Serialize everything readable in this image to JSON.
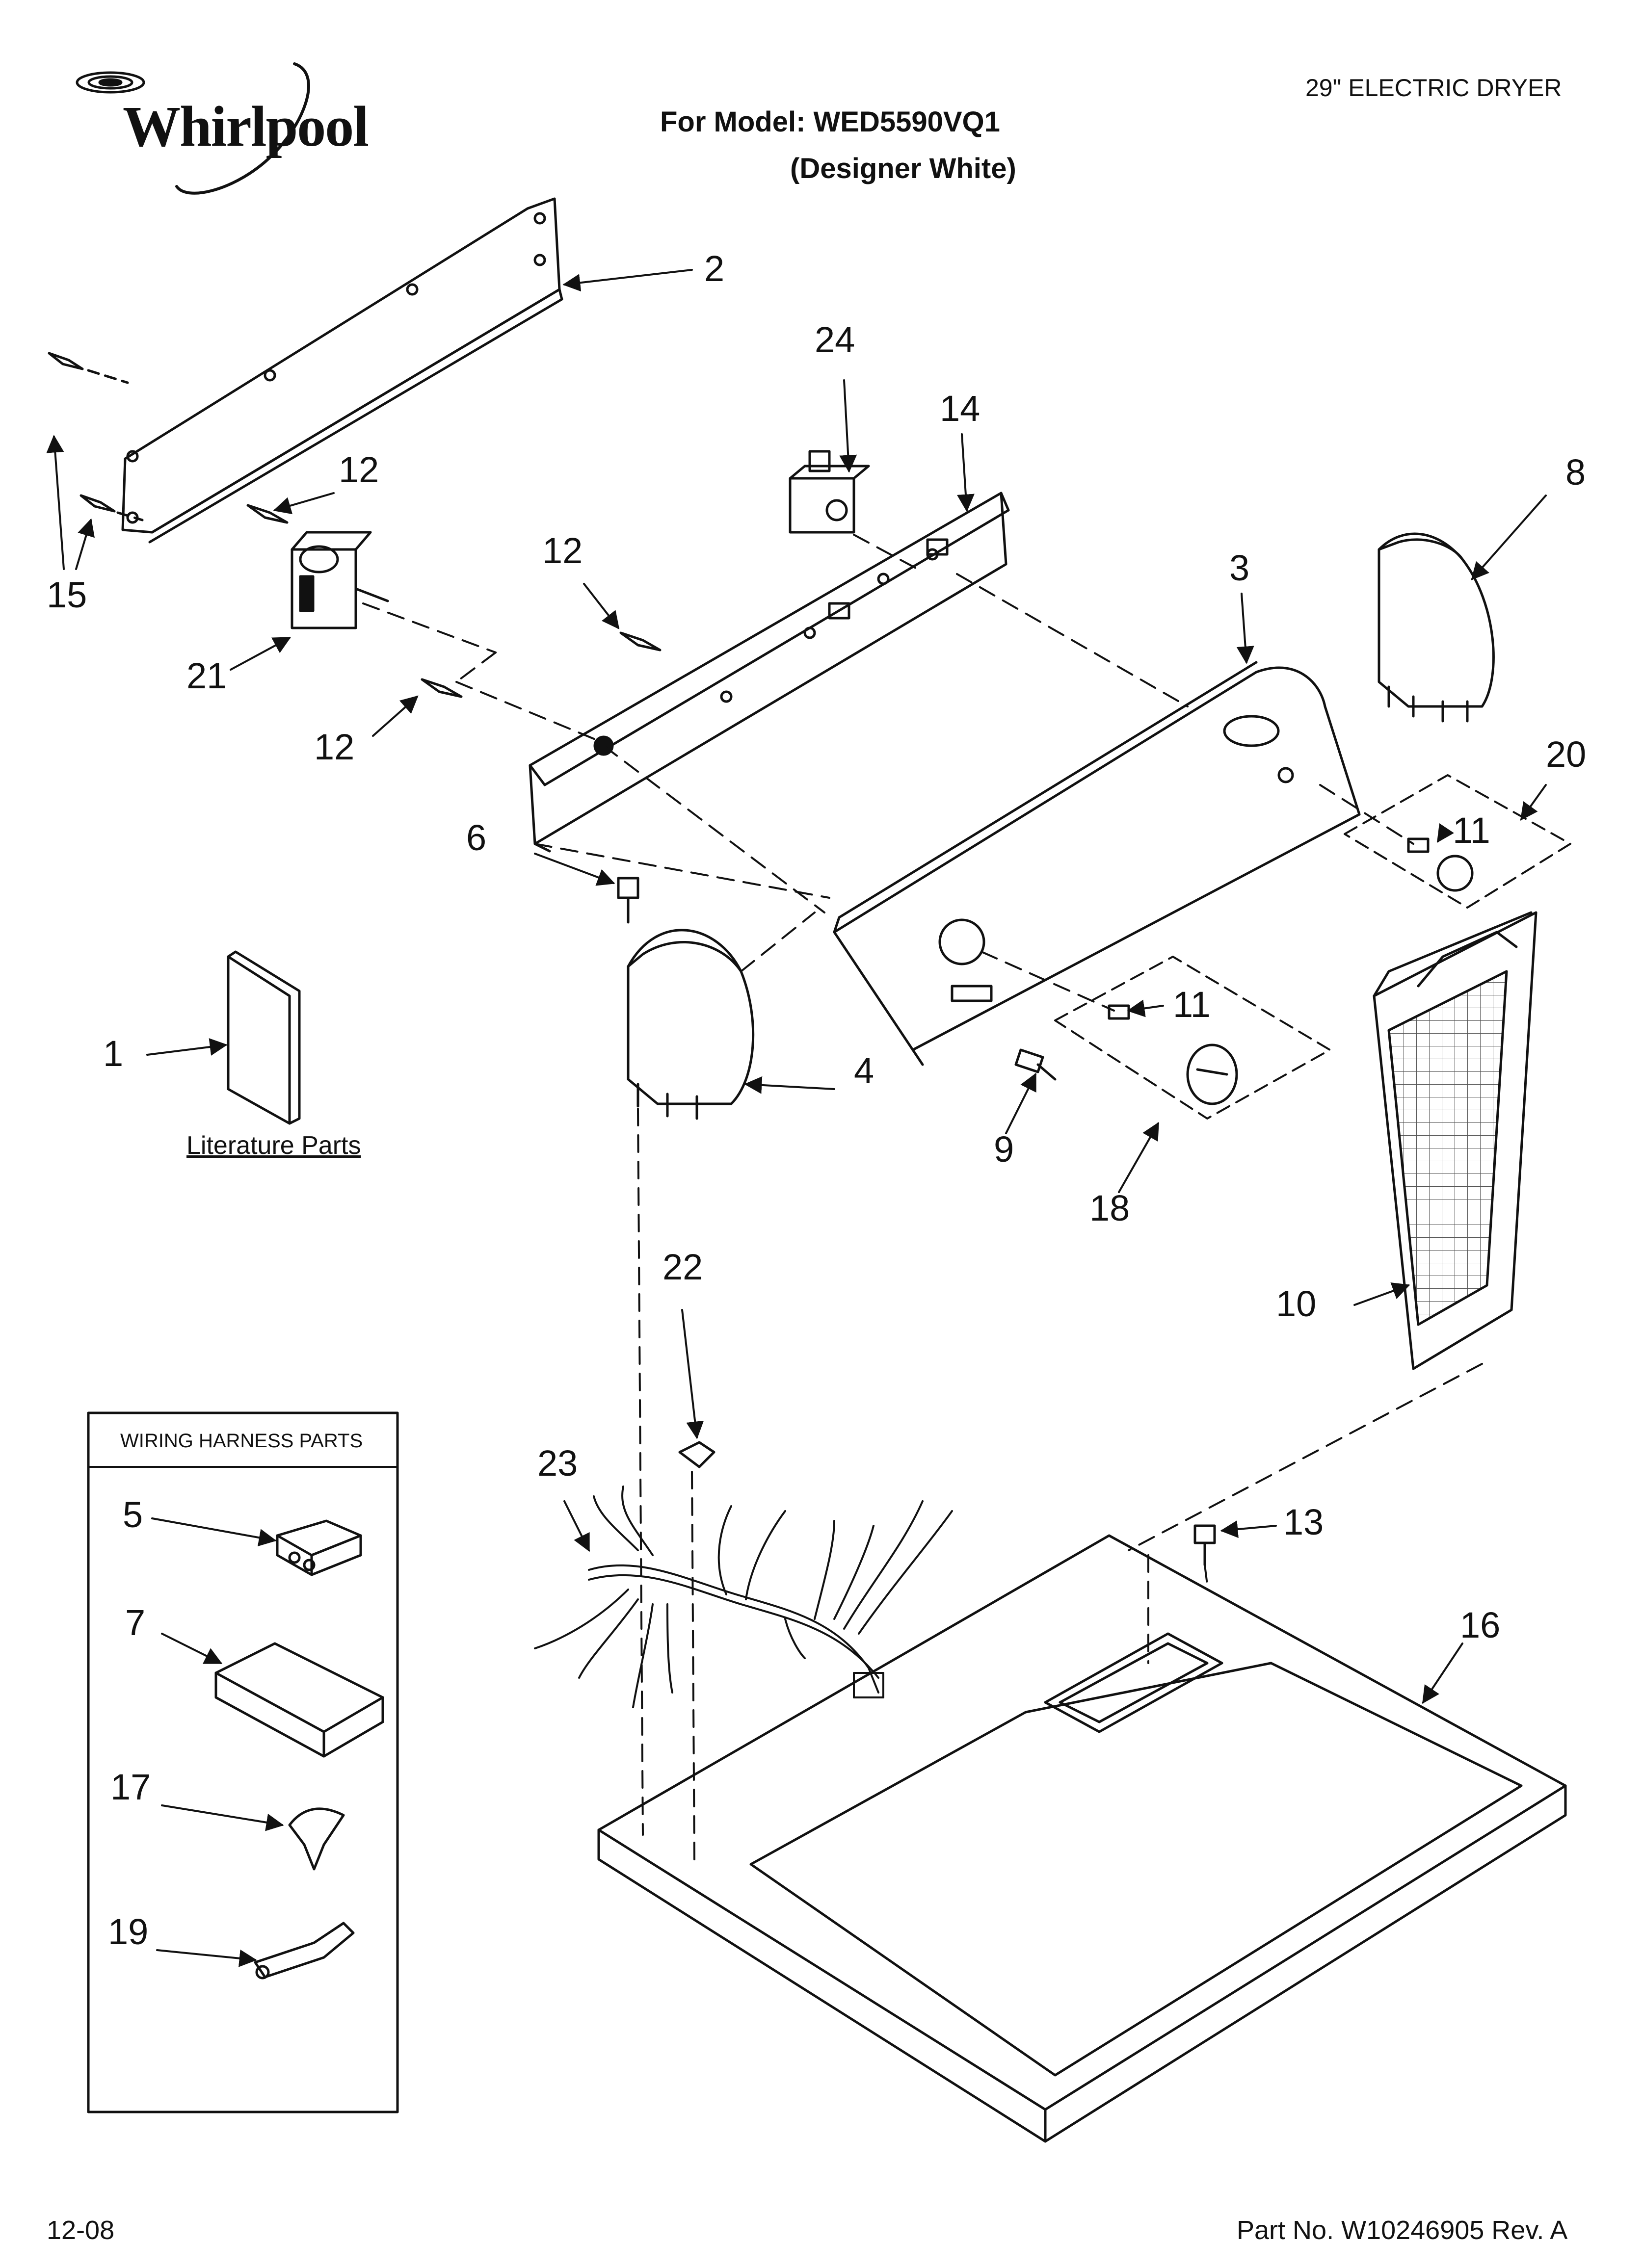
{
  "header": {
    "brand": "Whirlpool",
    "model_line": "For Model: WED5590VQ1",
    "color_line": "(Designer White)",
    "category": "29\" ELECTRIC DRYER"
  },
  "literature_label": "Literature Parts",
  "wiring_box": {
    "title": "WIRING HARNESS PARTS",
    "items": [
      "5",
      "7",
      "17",
      "19"
    ]
  },
  "callouts": {
    "c1": "1",
    "c2": "2",
    "c3": "3",
    "c4": "4",
    "c6": "6",
    "c8": "8",
    "c9": "9",
    "c10": "10",
    "c11a": "11",
    "c11b": "11",
    "c12a": "12",
    "c12b": "12",
    "c12c": "12",
    "c13": "13",
    "c14": "14",
    "c15": "15",
    "c16": "16",
    "c18": "18",
    "c20": "20",
    "c21": "21",
    "c22": "22",
    "c23": "23",
    "c24": "24"
  },
  "footer": {
    "date": "12-08",
    "part_no": "Part No. W10246905 Rev. A"
  },
  "colors": {
    "line": "#111111",
    "paper": "#ffffff"
  }
}
